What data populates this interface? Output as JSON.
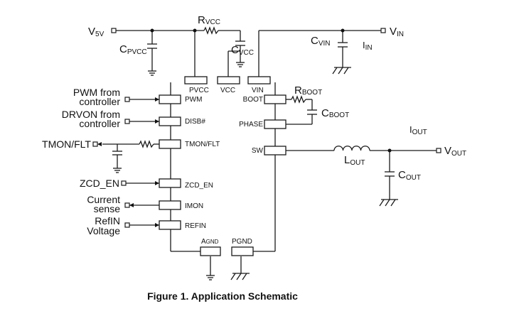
{
  "figure": {
    "caption": "Figure 1. Application Schematic"
  },
  "pins": {
    "pvcc": {
      "main": "P",
      "sub": "VCC"
    },
    "vcc": "VCC",
    "vin": "VIN",
    "boot": "BOOT",
    "phase": "PHASE",
    "sw": "SW",
    "pwm": "PWM",
    "disb": "DISB#",
    "tmon": "TMON/FLT",
    "zcd_en": "ZCD_EN",
    "imon": "IMON",
    "refin": "REFIN",
    "agnd": {
      "main": "A",
      "sub": "GND"
    },
    "pgnd": "PGND"
  },
  "signals": {
    "v5v": {
      "main": "V",
      "sub": "5V"
    },
    "vin": {
      "main": "V",
      "sub": "IN"
    },
    "iin": {
      "main": "I",
      "sub": "IN"
    },
    "iout": {
      "main": "I",
      "sub": "OUT"
    },
    "vout": {
      "main": "V",
      "sub": "OUT"
    },
    "pwm_line1": "PWM from",
    "pwm_line2": "controller",
    "drvon_line1": "DRVON from",
    "drvon_line2": "controller",
    "tmon_flt": "TMON/FLT",
    "zcd_en": "ZCD_EN",
    "current_line1": "Current",
    "current_line2": "sense",
    "refin_line1": "RefIN",
    "refin_line2": "Voltage"
  },
  "components": {
    "rvcc": {
      "main": "R",
      "sub": "VCC"
    },
    "cpvcc": {
      "main": "C",
      "sub": "PVCC"
    },
    "cvcc": {
      "main": "C",
      "sub": "VCC"
    },
    "cvin": {
      "main": "C",
      "sub": "VIN"
    },
    "rboot": {
      "main": "R",
      "sub": "BOOT"
    },
    "cboot": {
      "main": "C",
      "sub": "BOOT"
    },
    "lout": {
      "main": "L",
      "sub": "OUT"
    },
    "cout": {
      "main": "C",
      "sub": "OUT"
    }
  }
}
